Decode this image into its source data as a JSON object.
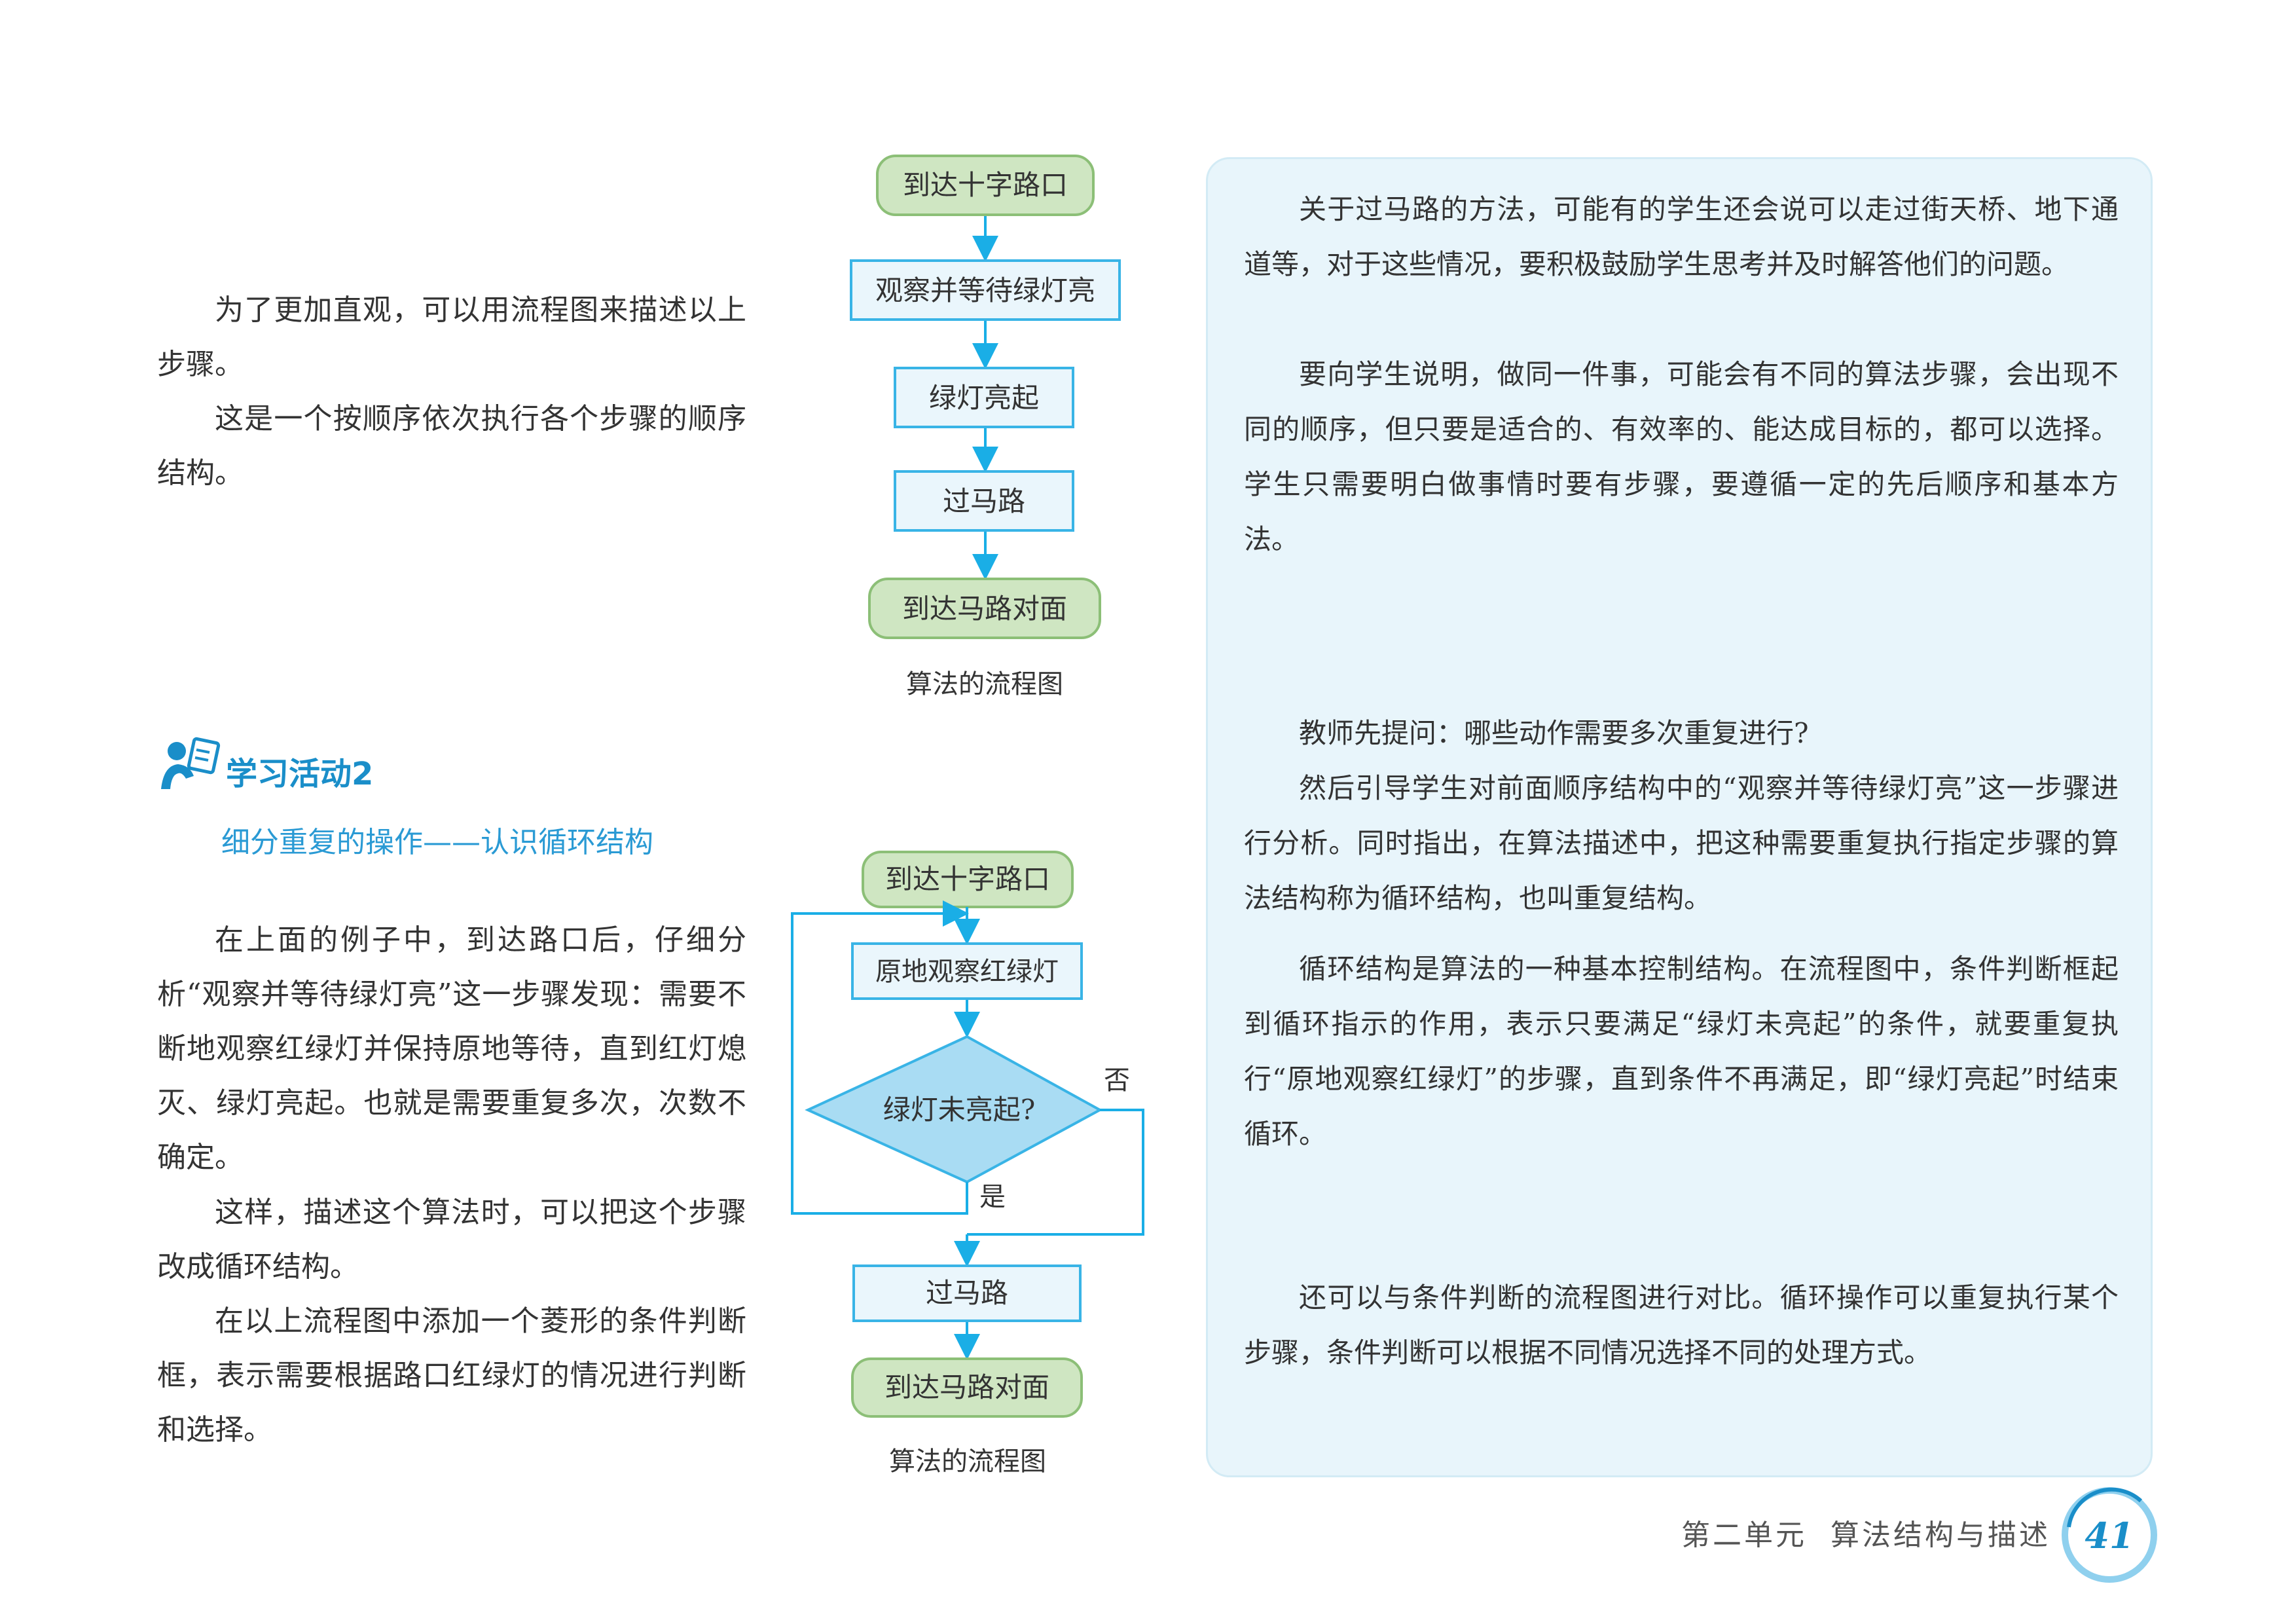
{
  "left": {
    "intro_p1": "为了更加直观，可以用流程图来描述以上步骤。",
    "intro_p2": "这是一个按顺序依次执行各个步骤的顺序结构。",
    "activity_title": "学习活动2",
    "activity_subtitle": "细分重复的操作——认识循环结构",
    "loop_p1": "在上面的例子中，到达路口后，仔细分析“观察并等待绿灯亮”这一步骤发现：需要不断地观察红绿灯并保持原地等待，直到红灯熄灭、绿灯亮起。也就是需要重复多次，次数不确定。",
    "loop_p2": "这样，描述这个算法时，可以把这个步骤改成循环结构。",
    "loop_p3": "在以上流程图中添加一个菱形的条件判断框，表示需要根据路口红绿灯的情况进行判断和选择。"
  },
  "flow1": {
    "start": "到达十字路口",
    "step1": "观察并等待绿灯亮",
    "step2": "绿灯亮起",
    "step3": "过马路",
    "end": "到达马路对面",
    "caption": "算法的流程图"
  },
  "flow2": {
    "start": "到达十字路口",
    "step1": "原地观察红绿灯",
    "decision": "绿灯未亮起?",
    "yes_label": "是",
    "no_label": "否",
    "step2": "过马路",
    "end": "到达马路对面",
    "caption": "算法的流程图"
  },
  "panel": {
    "p1": "关于过马路的方法，可能有的学生还会说可以走过街天桥、地下通道等，对于这些情况，要积极鼓励学生思考并及时解答他们的问题。",
    "p2": "要向学生说明，做同一件事，可能会有不同的算法步骤，会出现不同的顺序，但只要是适合的、有效率的、能达成目标的，都可以选择。学生只需要明白做事情时要有步骤，要遵循一定的先后顺序和基本方法。",
    "p3": "教师先提问：哪些动作需要多次重复进行?",
    "p4": "然后引导学生对前面顺序结构中的“观察并等待绿灯亮”这一步骤进行分析。同时指出，在算法描述中，把这种需要重复执行指定步骤的算法结构称为循环结构，也叫重复结构。",
    "p5": "循环结构是算法的一种基本控制结构。在流程图中，条件判断框起到循环指示的作用，表示只要满足“绿灯未亮起”的条件，就要重复执行“原地观察红绿灯”的步骤，直到条件不再满足，即“绿灯亮起”时结束循环。",
    "p6": "还可以与条件判断的流程图进行对比。循环操作可以重复执行某个步骤，条件判断可以根据不同情况选择不同的处理方式。"
  },
  "footer": {
    "unit": "第二单元",
    "title": "算法结构与描述",
    "page_number": "41"
  },
  "colors": {
    "accent": "#1a8ec9",
    "terminal_fill": "#cfe6c2",
    "terminal_stroke": "#8cbf77",
    "process_fill": "#eaf6fc",
    "process_stroke": "#39b4e6",
    "decision_fill": "#a9dcf3",
    "arrow": "#1aaee6",
    "panel_bg": "#e8f5fb"
  }
}
